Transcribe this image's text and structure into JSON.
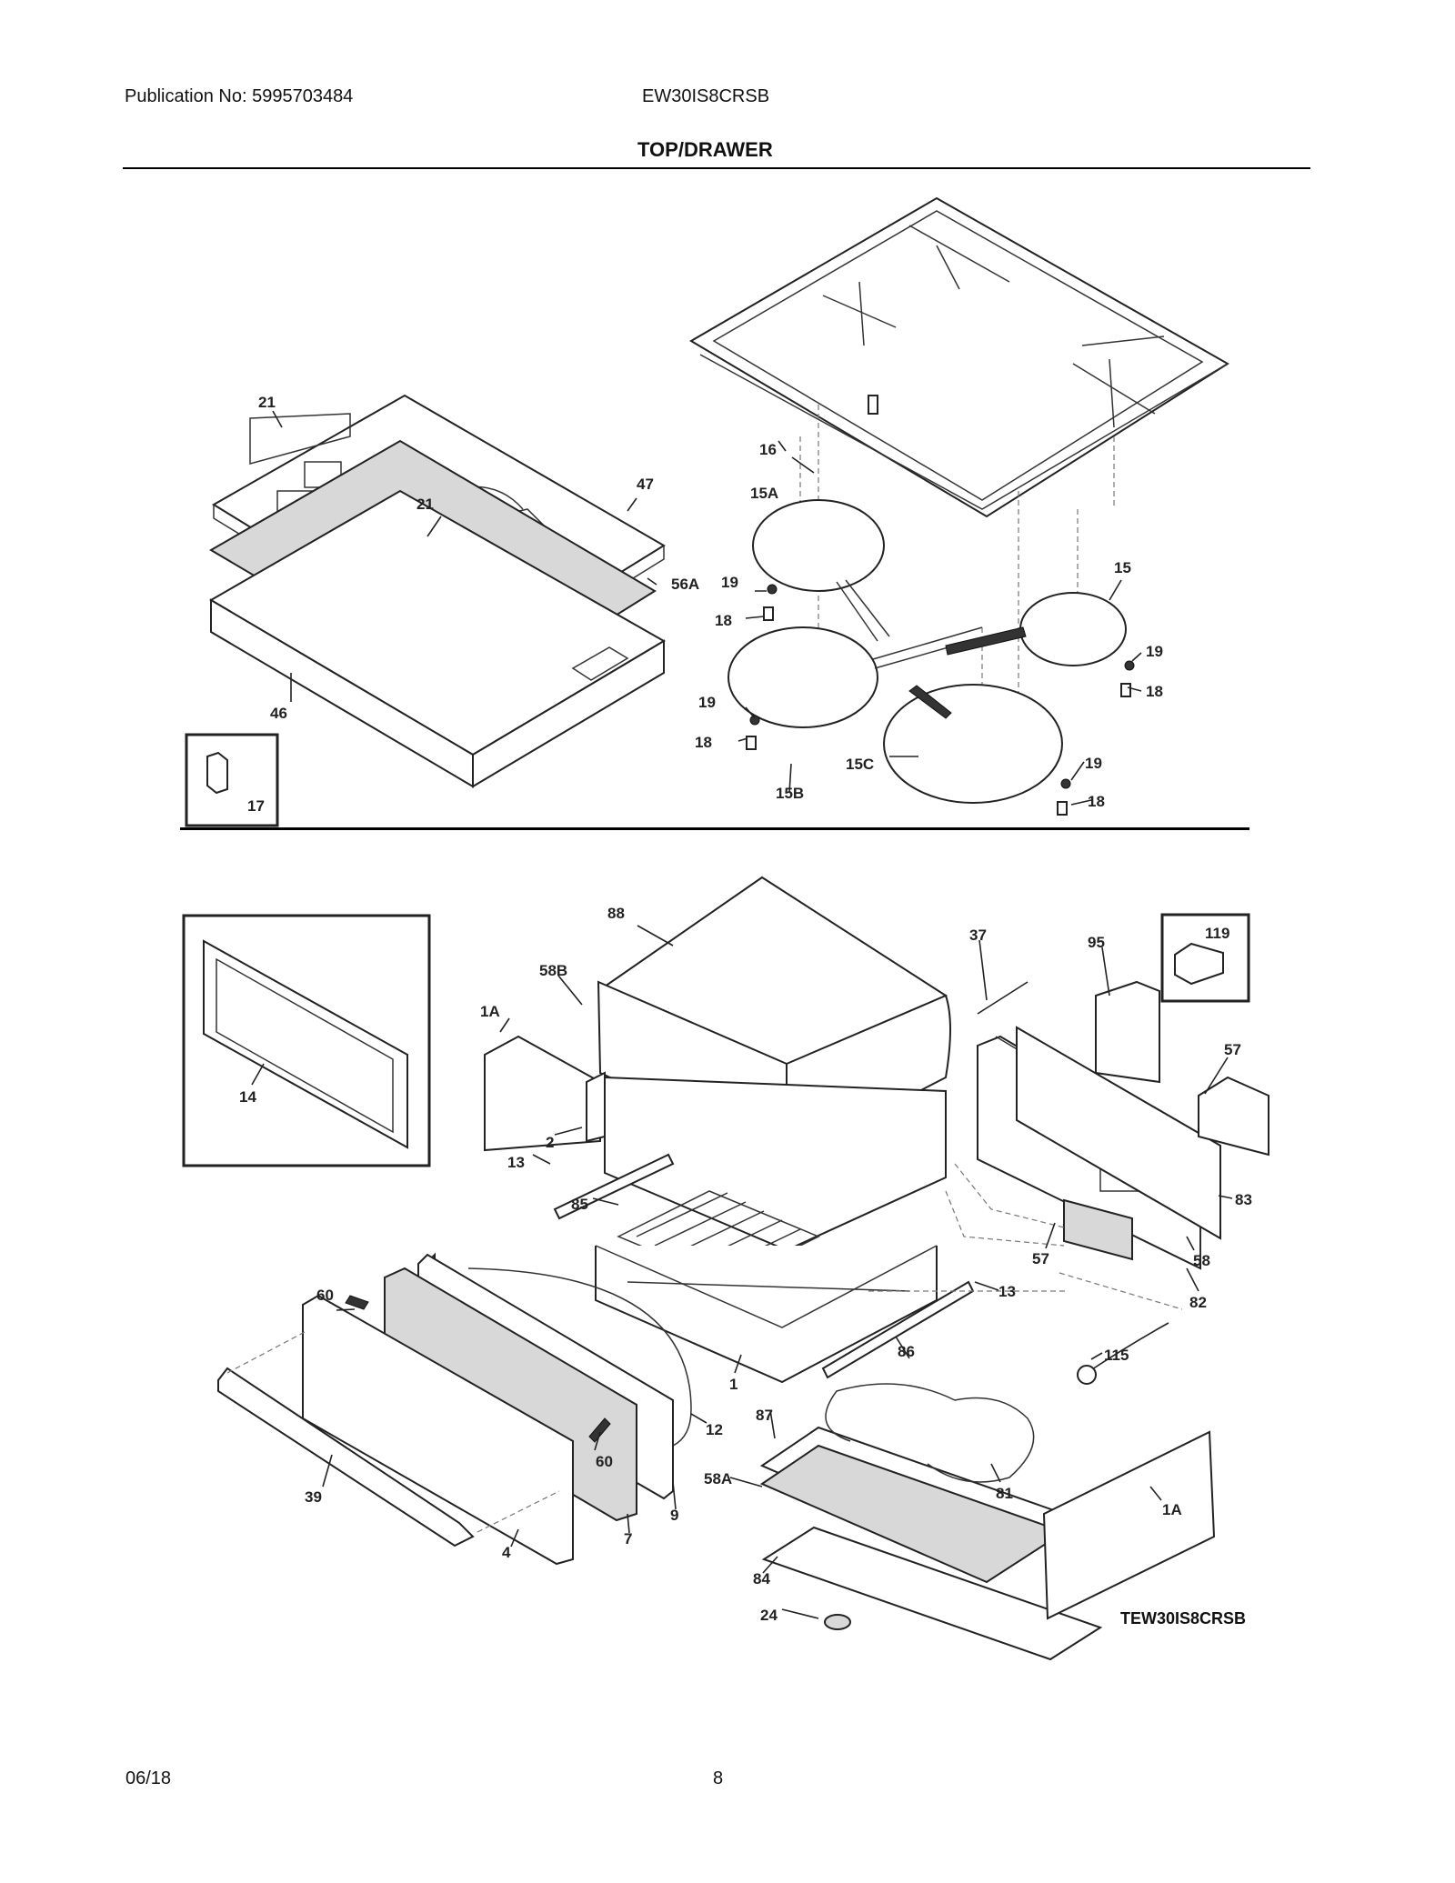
{
  "header": {
    "publication": "Publication No: 5995703484",
    "model": "EW30IS8CRSB",
    "section_title": "TOP/DRAWER"
  },
  "footer": {
    "date": "06/18",
    "page": "8"
  },
  "diagram_code": "TEW30IS8CRSB",
  "labels": {
    "l21a": "21",
    "l21b": "21",
    "l47": "47",
    "l16": "16",
    "l15A": "15A",
    "l15": "15",
    "l56A": "56A",
    "l19a": "19",
    "l18a": "18",
    "l19b": "19",
    "l18b": "18",
    "l19c": "19",
    "l18c": "18",
    "l19d": "19",
    "l18d": "18",
    "l46": "46",
    "l17": "17",
    "l15B": "15B",
    "l15C": "15C",
    "l88": "88",
    "l58B": "58B",
    "l1Aa": "1A",
    "l37": "37",
    "l95": "95",
    "l119": "119",
    "l57a": "57",
    "l14": "14",
    "l2": "2",
    "l13a": "13",
    "l85": "85",
    "l83": "83",
    "l57b": "57",
    "l58": "58",
    "l82": "82",
    "l13b": "13",
    "l60a": "60",
    "l86": "86",
    "l115": "115",
    "l1": "1",
    "l12": "12",
    "l87": "87",
    "l60b": "60",
    "l58A": "58A",
    "l81": "81",
    "l1Ab": "1A",
    "l39": "39",
    "l9": "9",
    "l7": "7",
    "l4": "4",
    "l84": "84",
    "l24": "24"
  }
}
